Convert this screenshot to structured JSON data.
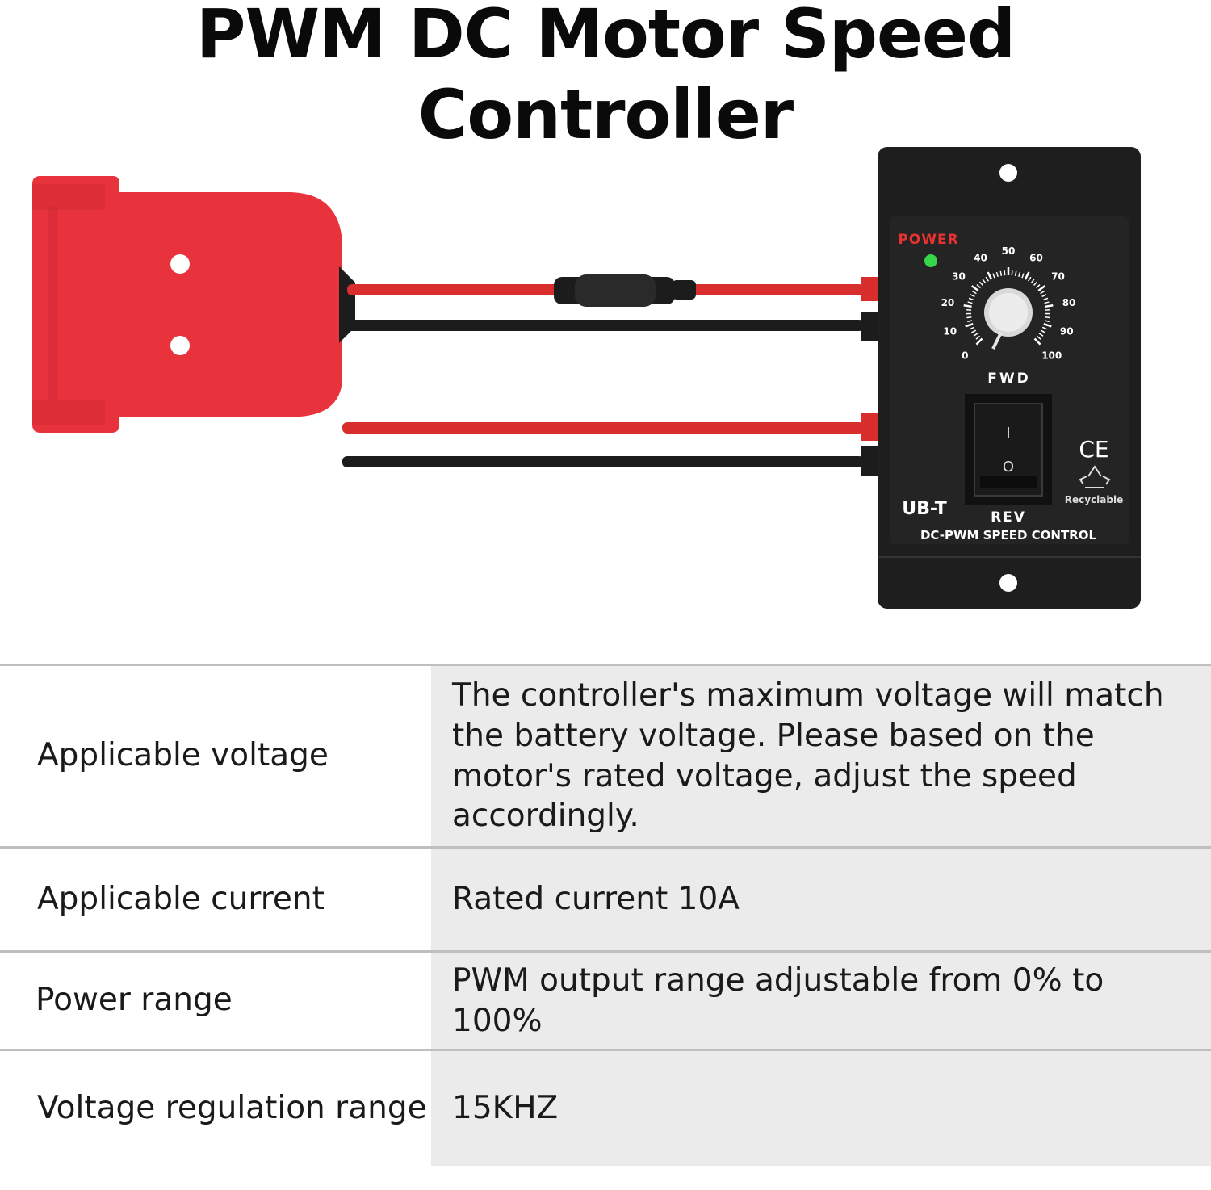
{
  "title": "PWM DC Motor Speed Controller",
  "controller_panel": {
    "power_label": "POWER",
    "dial_scale": [
      "0",
      "10",
      "20",
      "30",
      "40",
      "50",
      "60",
      "70",
      "80",
      "90",
      "100"
    ],
    "direction_fwd": "FWD",
    "direction_rev": "REV",
    "switch_on_symbol": "I",
    "switch_off_symbol": "O",
    "brand": "UB-T",
    "ce_mark": "CE",
    "recyclable_label": "Recyclable",
    "model_text": "DC-PWM SPEED CONTROL"
  },
  "colors": {
    "adapter_red": "#e8323c",
    "panel_black": "#1e1e1e",
    "power_led": "#35d64a",
    "wire_red": "#d92e2e",
    "wire_black": "#1c1c1c",
    "table_value_bg": "#ebebeb",
    "divider": "#bfbfbf"
  },
  "specs": [
    {
      "label": "Applicable voltage",
      "value": "The controller's maximum voltage will match the battery voltage. Please based on the motor's rated voltage, adjust the speed accordingly."
    },
    {
      "label": "Applicable current",
      "value": "Rated current 10A"
    },
    {
      "label": "Power range",
      "value": "PWM output range adjustable from 0% to 100%"
    },
    {
      "label": "Voltage regulation range",
      "value": "15KHZ"
    }
  ]
}
